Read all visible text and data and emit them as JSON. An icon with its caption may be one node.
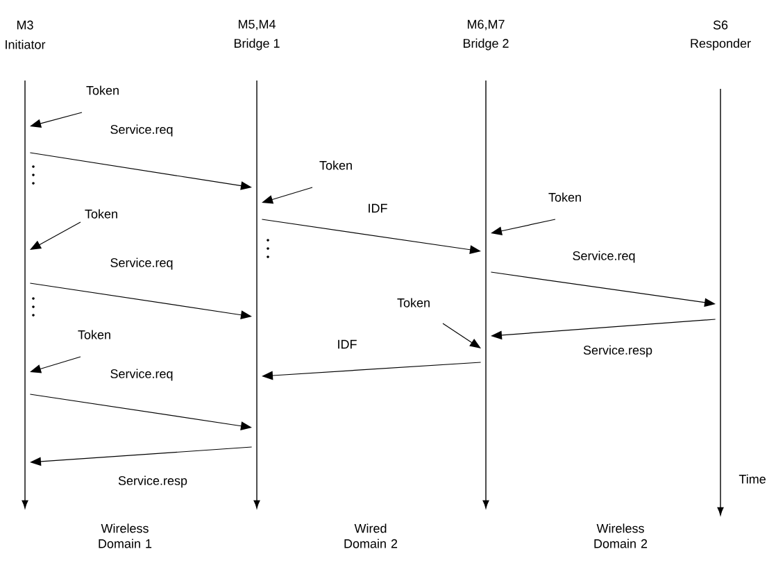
{
  "diagram": {
    "nodes": [
      {
        "text": [
          "M3",
          "Initiator"
        ]
      },
      {
        "text": [
          "M5,M4",
          "Bridge 1"
        ]
      },
      {
        "text": [
          "M6,M7",
          "Bridge 2"
        ]
      },
      {
        "text": [
          "S6",
          "Responder"
        ]
      }
    ],
    "edges": [
      {
        "from": null,
        "to": 0,
        "arrow": "to",
        "label": "Token"
      },
      {
        "from": 0,
        "to": 1,
        "arrow": "to",
        "label": "Service.req"
      },
      {
        "from": null,
        "to": 1,
        "arrow": "to",
        "label": "Token"
      },
      {
        "from": 1,
        "to": 2,
        "arrow": "to",
        "label": "IDF"
      },
      {
        "from": null,
        "to": 2,
        "arrow": "to",
        "label": "Token"
      },
      {
        "from": null,
        "to": 0,
        "arrow": "to",
        "label": "Token"
      },
      {
        "from": 0,
        "to": 1,
        "arrow": "to",
        "label": "Service.req"
      },
      {
        "from": 2,
        "to": 3,
        "arrow": "to",
        "label": "Service.req"
      },
      {
        "from": null,
        "to": 2,
        "arrow": "to",
        "label": "Token"
      },
      {
        "from": 3,
        "to": 2,
        "arrow": "to",
        "label": "Service.resp"
      },
      {
        "from": 2,
        "to": 1,
        "arrow": "to",
        "label": "IDF"
      },
      {
        "from": null,
        "to": 0,
        "arrow": "to",
        "label": "Token"
      },
      {
        "from": 0,
        "to": 1,
        "arrow": "to",
        "label": "Service.req"
      },
      {
        "from": 1,
        "to": 0,
        "arrow": "to",
        "label": "Service.resp"
      }
    ],
    "labels": [
      "Time",
      "Wireless Domain 1",
      "Wired Domain 2",
      "Wireless Domain 2"
    ]
  }
}
